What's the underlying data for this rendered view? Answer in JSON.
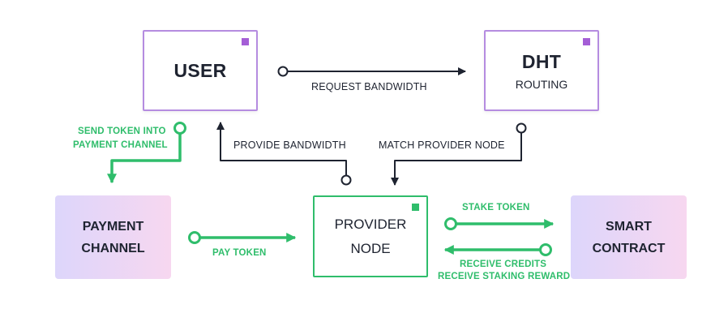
{
  "nodes": {
    "user": {
      "title": "USER"
    },
    "dht": {
      "title": "DHT",
      "subtitle": "ROUTING"
    },
    "provider": {
      "line1": "PROVIDER",
      "line2": "NODE"
    },
    "payment": {
      "line1": "PAYMENT",
      "line2": "CHANNEL"
    },
    "smart": {
      "line1": "SMART",
      "line2": "CONTRACT"
    }
  },
  "edges": {
    "request_bandwidth": "REQUEST BANDWIDTH",
    "provide_bandwidth": "PROVIDE BANDWIDTH",
    "match_provider": "MATCH PROVIDER NODE",
    "send_token_line1": "SEND TOKEN INTO",
    "send_token_line2": "PAYMENT CHANNEL",
    "pay_token": "PAY TOKEN",
    "stake_token": "STAKE TOKEN",
    "receive_credits": "RECEIVE CREDITS",
    "receive_reward": "RECEIVE STAKING REWARD"
  },
  "colors": {
    "dark_line": "#1e2330",
    "green": "#2fbd6b",
    "purple_border": "#b58ce0",
    "gradient_start": "#ddd6fb",
    "gradient_end": "#f7d7f0"
  }
}
